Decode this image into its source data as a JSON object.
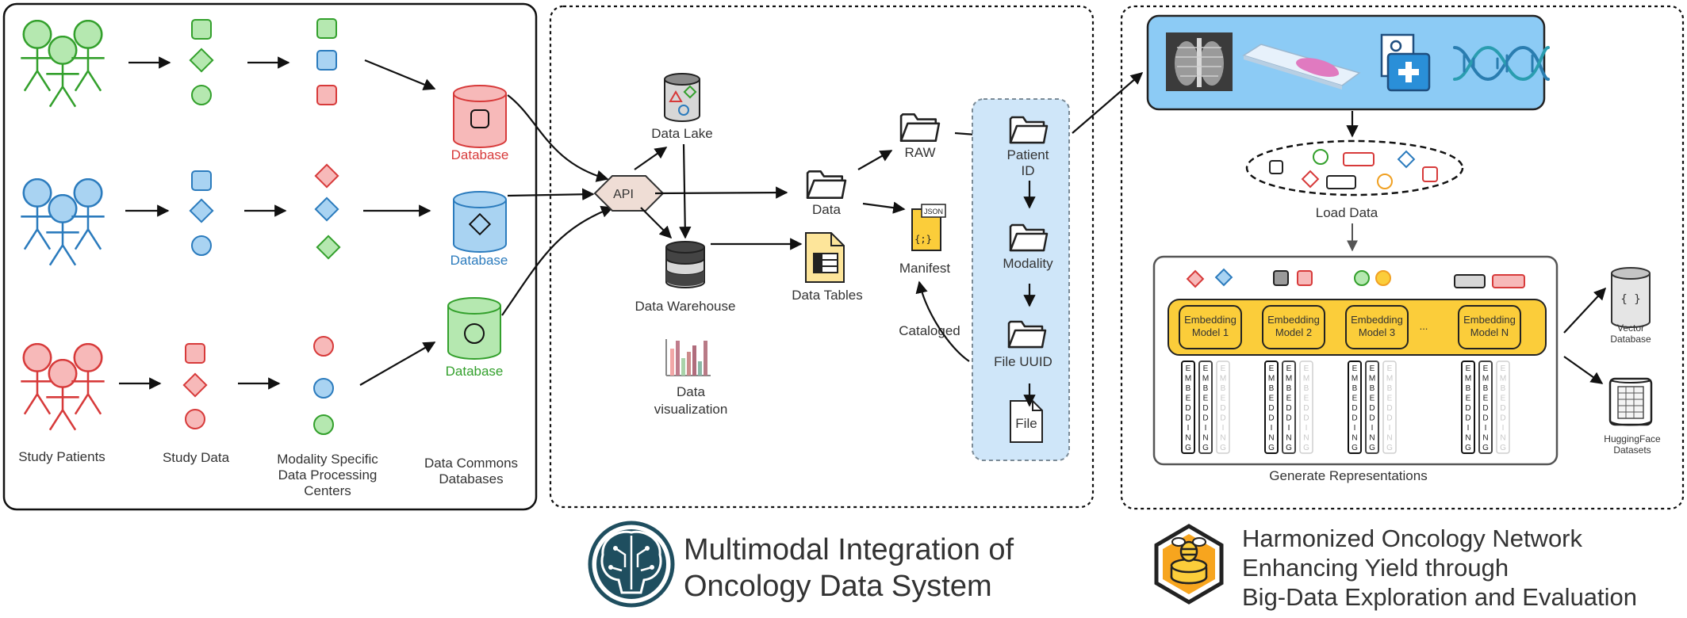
{
  "left_panel": {
    "column_labels": [
      "Study Patients",
      "Study Data",
      "Modality Specific",
      "Data Processing",
      "Centers",
      "Data Commons",
      "Databases"
    ],
    "databases": [
      "Database",
      "Database",
      "Database"
    ]
  },
  "middle_panel": {
    "api": "API",
    "data_lake": "Data Lake",
    "data_warehouse": "Data Warehouse",
    "data": "Data",
    "data_tables": "Data Tables",
    "raw": "RAW",
    "manifest": "Manifest",
    "json_tag": "JSON",
    "json_braces": "{;}",
    "cataloged": "Cataloged",
    "data_visualization": [
      "Data",
      "visualization"
    ],
    "folder_panel": {
      "patient_id": [
        "Patient",
        "ID"
      ],
      "modality": "Modality",
      "file_uuid": "File UUID",
      "file": "File"
    }
  },
  "right_panel": {
    "load_data": "Load Data",
    "generate_representations": "Generate Representations",
    "models": [
      {
        "line1": "Embedding",
        "line2": "Model 1"
      },
      {
        "line1": "Embedding",
        "line2": "Model 2"
      },
      {
        "line1": "Embedding",
        "line2": "Model 3"
      },
      {
        "line1": "Embedding",
        "line2": "Model N"
      }
    ],
    "ellipsis": "...",
    "embedding_text": "EMBEDDING",
    "vector_db": [
      "Vector",
      "Database"
    ],
    "vector_db_icon": "{ }",
    "hf_datasets": [
      "HuggingFace",
      "Datasets"
    ]
  },
  "titles": {
    "mint_line1": "Multimodal Integration of",
    "mint_line2": "Oncology Data System",
    "honey_line1": "Harmonized Oncology Network",
    "honey_line2": "Enhancing Yield through",
    "honey_line3": "Big-Data Exploration and Evaluation"
  },
  "colors": {
    "green": "#33a02c",
    "green_fill": "#b5e8b0",
    "blue": "#2b7bbd",
    "blue_fill": "#a9d3f2",
    "red": "#d73a3a",
    "red_fill": "#f7b9b9",
    "light_blue_panel": "#cfe6f9",
    "sky_blue": "#8ccbf5",
    "yellow": "#fbcd3a",
    "dark_teal": "#1f4e5f",
    "honey_orange": "#f7a51e"
  }
}
